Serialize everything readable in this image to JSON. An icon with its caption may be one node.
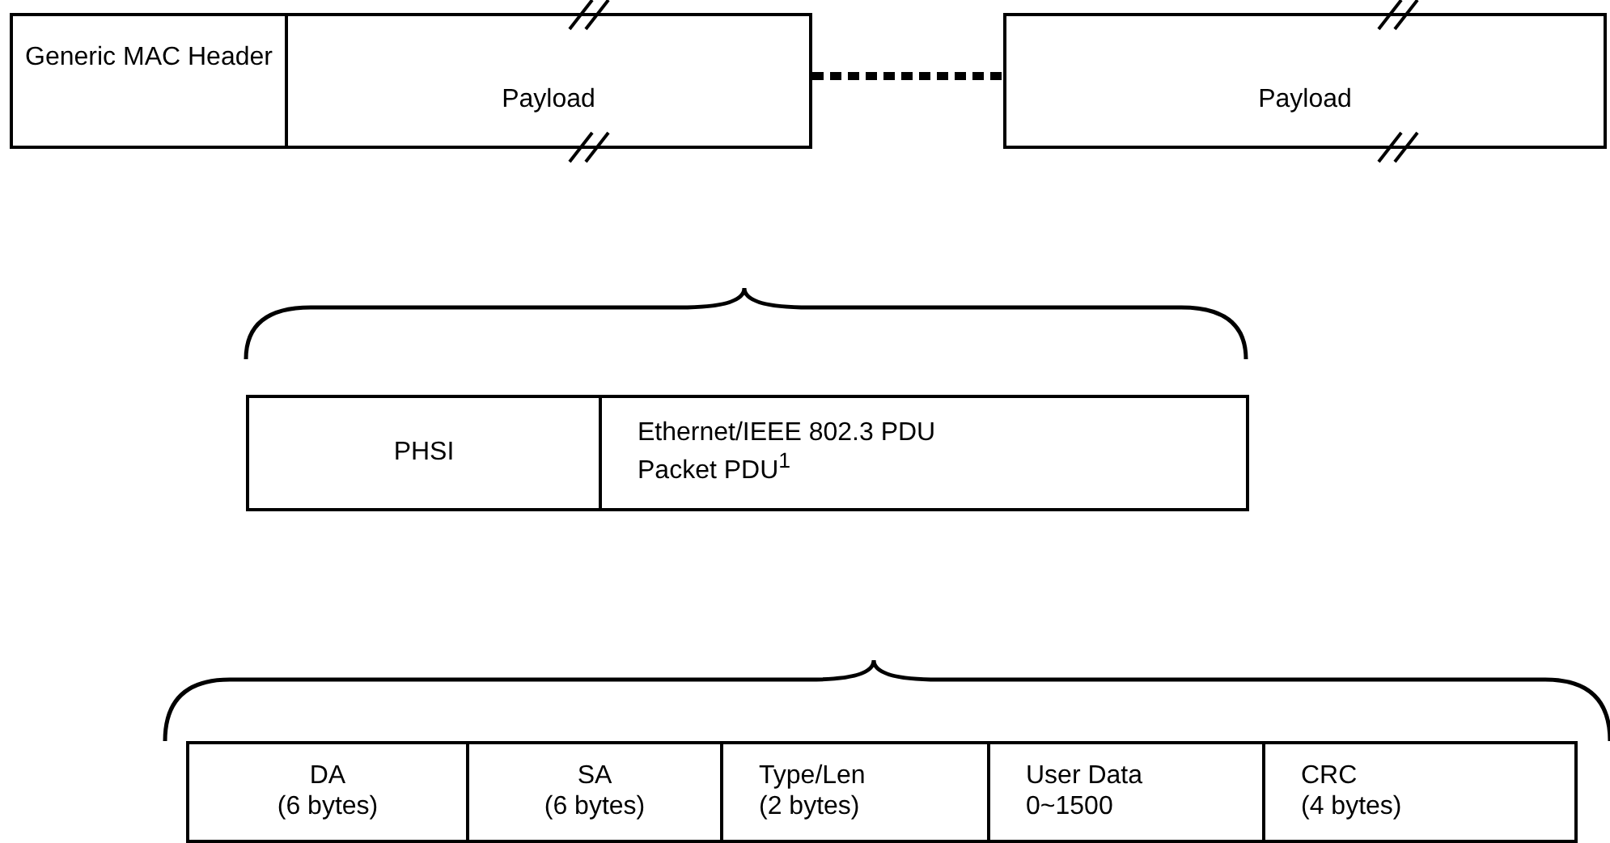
{
  "diagram": {
    "nodes": [
      {
        "text": [
          "Generic MAC Header"
        ]
      },
      {
        "text": [
          "Payload"
        ]
      },
      {
        "text": [
          "Payload"
        ]
      },
      {
        "text": [
          "PHSI"
        ]
      },
      {
        "text": [
          "Ethernet/IEEE 802.3 PDU",
          "Packet PDU$^{1}$"
        ]
      },
      {
        "text": [
          "DA",
          "(6 bytes)"
        ]
      },
      {
        "text": [
          "SA",
          "(6 bytes)"
        ]
      },
      {
        "text": [
          "Type/Len",
          "(2 bytes)"
        ]
      },
      {
        "text": [
          "User Data",
          "0~1500"
        ]
      },
      {
        "text": [
          "CRC",
          "(4 bytes)"
        ]
      }
    ],
    "edges": [
      {
        "from": 1,
        "to": 2,
        "arrow": "none",
        "style": "dashed"
      }
    ]
  }
}
